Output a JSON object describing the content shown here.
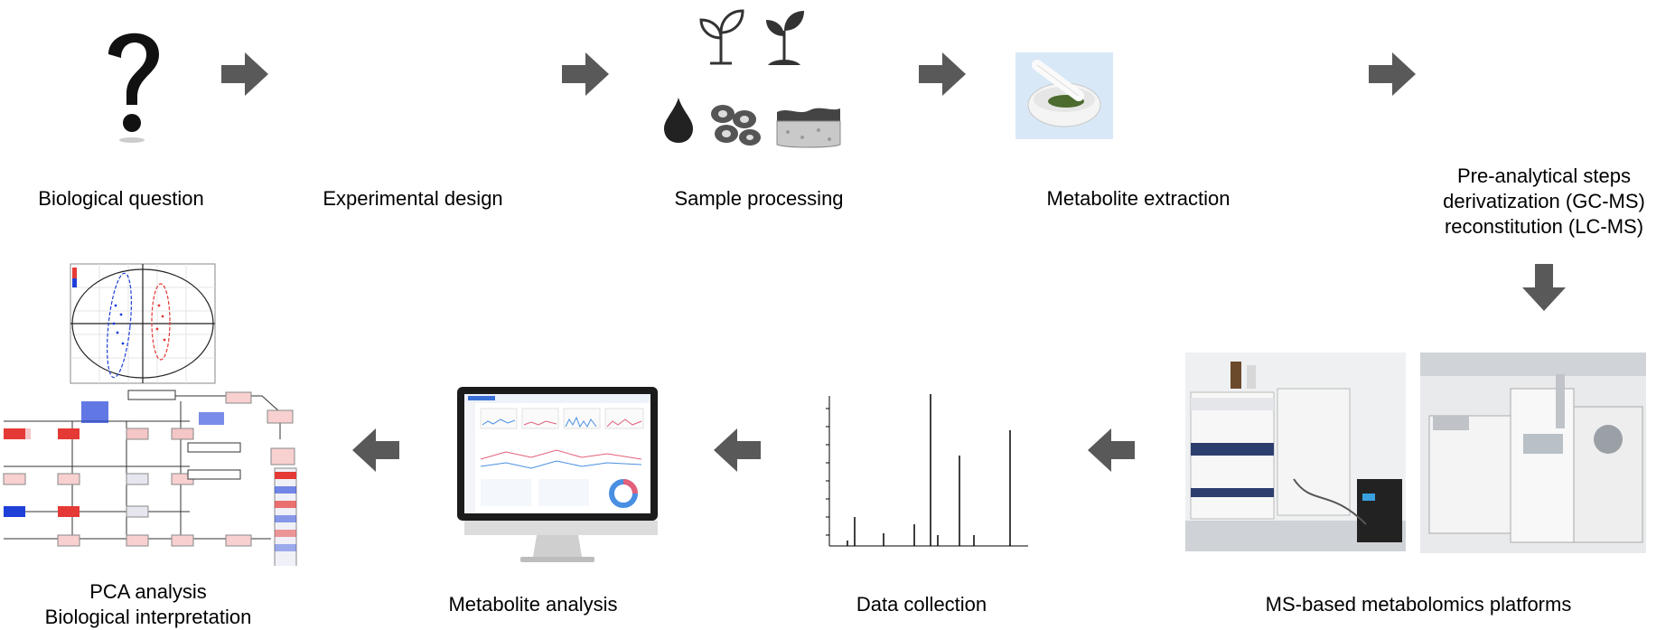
{
  "steps": {
    "biological_question": "Biological question",
    "experimental_design": "Experimental design",
    "sample_processing": "Sample processing",
    "metabolite_extraction": "Metabolite extraction",
    "pre_analytical": [
      "Pre-analytical steps",
      "derivatization (GC-MS)",
      "reconstitution (LC-MS)"
    ],
    "ms_platforms": "MS-based metabolomics platforms",
    "data_collection": "Data collection",
    "metabolite_analysis": "Metabolite analysis",
    "pca_interpretation": [
      "PCA analysis",
      "Biological interpretation"
    ]
  },
  "colors": {
    "arrow": "#595959",
    "icon": "#333333",
    "red": "#e53935",
    "blue": "#1e3fd8"
  },
  "icons": {
    "question": "question-mark-icon",
    "plant1": "plant-sprout-icon",
    "plant2": "plant-seedling-icon",
    "drop": "blood-drop-icon",
    "cells": "cells-icon",
    "tissue": "tissue-block-icon",
    "mortar": "mortar-pestle-icon"
  }
}
